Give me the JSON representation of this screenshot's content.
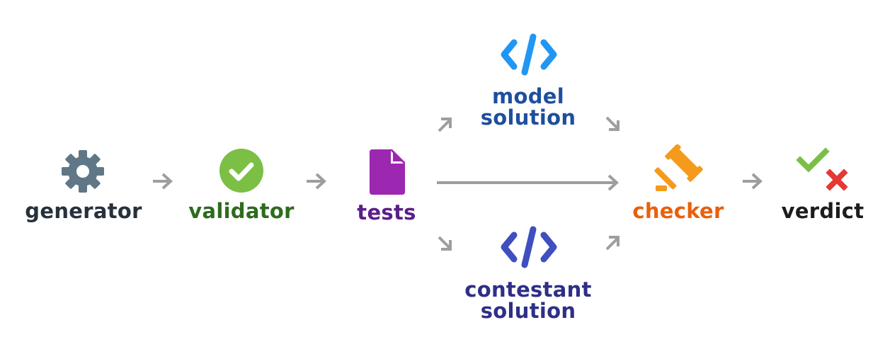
{
  "nodes": {
    "generator": {
      "label": "generator",
      "icon": "gear-icon",
      "color": "#26313b",
      "icon_color": "#5f7786"
    },
    "validator": {
      "label": "validator",
      "icon": "check-circle-icon",
      "color": "#2e6b1f",
      "icon_color": "#7bbf45"
    },
    "tests": {
      "label": "tests",
      "icon": "file-icon",
      "color": "#5a1f8a",
      "icon_color": "#9c27b0"
    },
    "model_solution": {
      "label_line1": "model",
      "label_line2": "solution",
      "icon": "code-icon",
      "color": "#1e4f9e",
      "icon_color": "#2196f3"
    },
    "contestant_solution": {
      "label_line1": "contestant",
      "label_line2": "solution",
      "icon": "code-icon",
      "color": "#2e2f86",
      "icon_color": "#3f4fc0"
    },
    "checker": {
      "label": "checker",
      "icon": "gavel-icon",
      "color": "#e8600c",
      "icon_color": "#f59a1b"
    },
    "verdict": {
      "label": "verdict",
      "icon": "check-cross-icon",
      "color": "#1c1c1c",
      "check_color": "#7bbf45",
      "cross_color": "#e53935"
    }
  },
  "arrow_color": "#9e9e9e"
}
